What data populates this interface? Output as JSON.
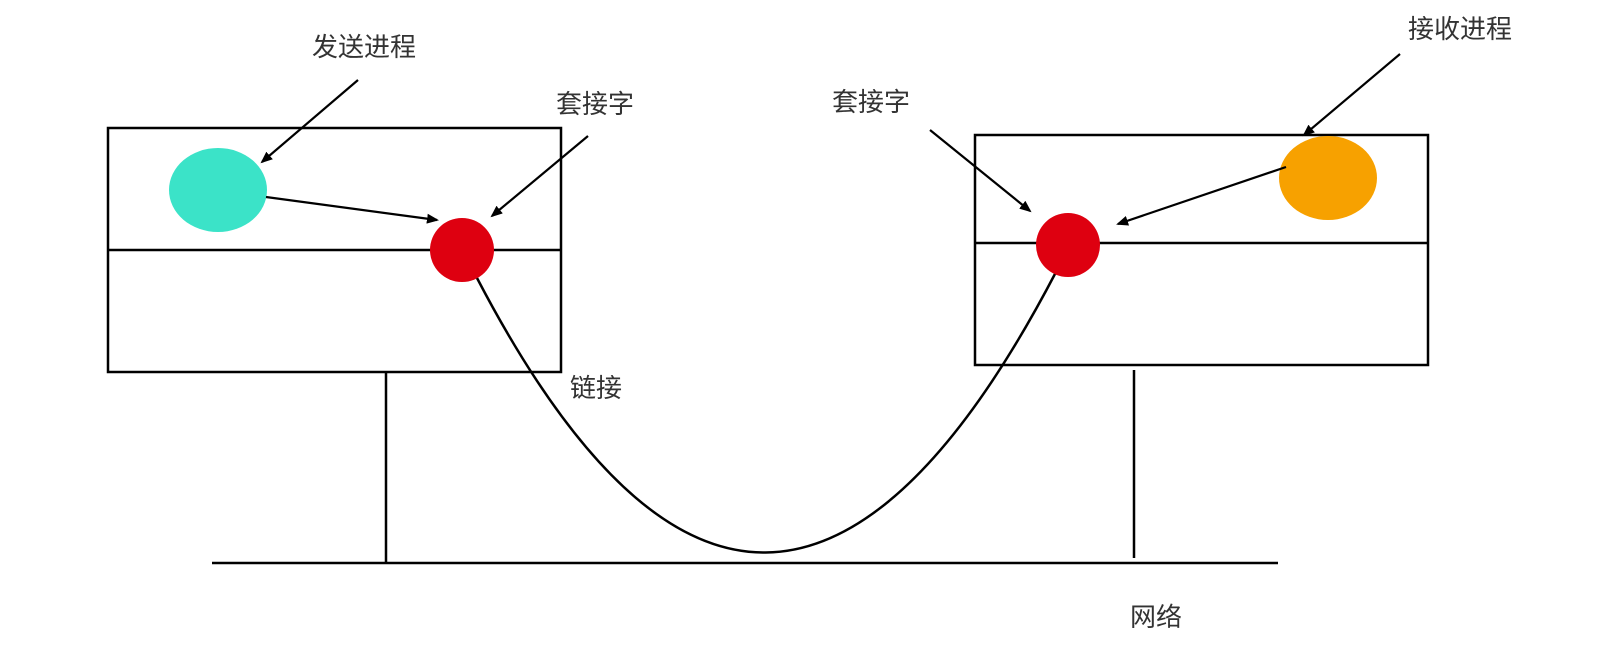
{
  "labels": {
    "send_process": "发送进程",
    "receive_process": "接收进程",
    "socket_left": "套接字",
    "socket_right": "套接字",
    "link": "链接",
    "network": "网络"
  },
  "colors": {
    "send_process": "#3be3c8",
    "receive_process": "#f7a100",
    "socket": "#de0010",
    "line": "#000000",
    "text": "#333333"
  }
}
